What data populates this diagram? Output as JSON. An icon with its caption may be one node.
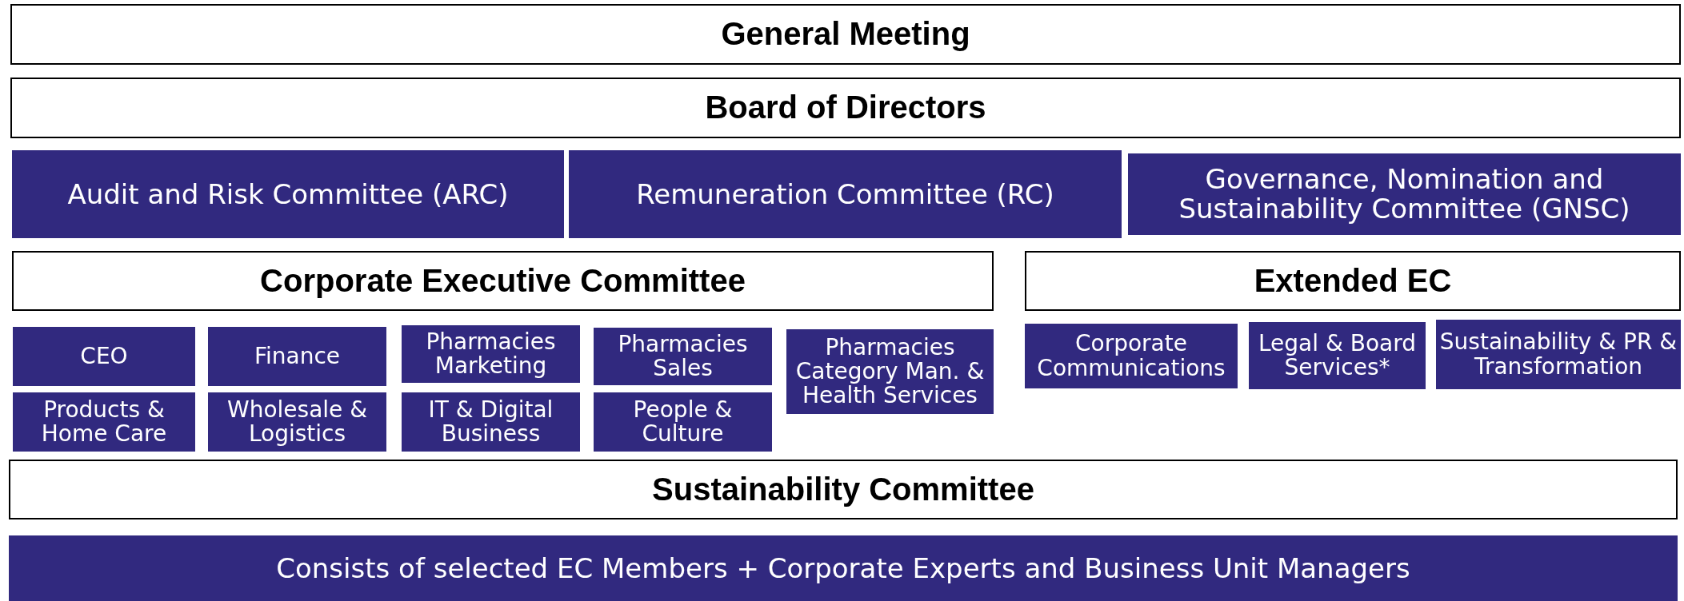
{
  "diagram": {
    "nodes": [
      {
        "text": [
          "General Meeting"
        ]
      },
      {
        "text": [
          "Board of Directors"
        ]
      },
      {
        "text": [
          "Audit and Risk Committee (ARC)"
        ]
      },
      {
        "text": [
          "Remuneration Committee (RC)"
        ]
      },
      {
        "text": [
          "Governance, Nomination and Sustainability Committee (GNSC)"
        ]
      },
      {
        "text": [
          "Corporate Executive Committee"
        ]
      },
      {
        "text": [
          "Extended EC"
        ]
      },
      {
        "text": [
          "CEO"
        ]
      },
      {
        "text": [
          "Finance"
        ]
      },
      {
        "text": [
          "Pharmacies Marketing"
        ]
      },
      {
        "text": [
          "Pharmacies Sales"
        ]
      },
      {
        "text": [
          "Pharmacies Category Man. & Health Services"
        ]
      },
      {
        "text": [
          "Corporate Communications"
        ]
      },
      {
        "text": [
          "Legal & Board Services*"
        ]
      },
      {
        "text": [
          "Sustainability & PR & Transformation"
        ]
      },
      {
        "text": [
          "Products & Home Care"
        ]
      },
      {
        "text": [
          "Wholesale & Logistics"
        ]
      },
      {
        "text": [
          "IT & Digital Business"
        ]
      },
      {
        "text": [
          "People & Culture"
        ]
      },
      {
        "text": [
          "Sustainability Committee"
        ]
      },
      {
        "text": [
          "Consists of selected EC Members + Corporate Experts and Business Unit Managers"
        ]
      }
    ]
  }
}
